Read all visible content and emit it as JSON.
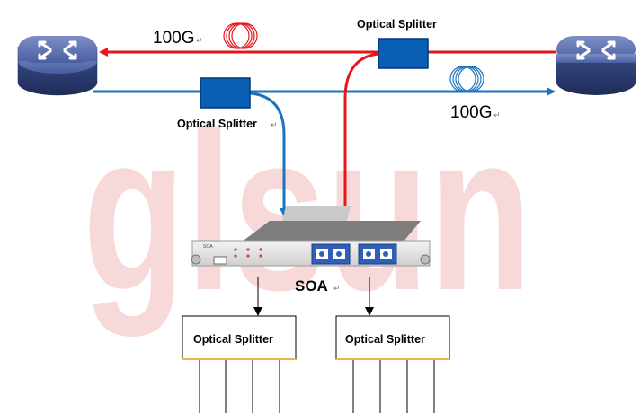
{
  "watermark": {
    "text": "glsun",
    "color": "#f7d9d9"
  },
  "colors": {
    "red_link": "#e8151b",
    "blue_link": "#1e73be",
    "splitter_fill": "#0a5fb4",
    "router_body": "#3a4f8e",
    "box_border": "#e6b84a"
  },
  "links": {
    "top_rate": "100G",
    "bottom_rate": "100G"
  },
  "splitters": {
    "top_right_label": "Optical Splitter",
    "left_label": "Optical Splitter"
  },
  "device": {
    "label": "SOA",
    "panel_text": "SOA"
  },
  "output_boxes": [
    {
      "label": "Optical Splitter"
    },
    {
      "label": "Optical Splitter"
    }
  ],
  "icons": {
    "router_left": "router-icon",
    "router_right": "router-icon",
    "fiber_coil": "fiber-coil-icon",
    "return_mark": "paragraph-return-icon"
  },
  "return_mark": "↵"
}
